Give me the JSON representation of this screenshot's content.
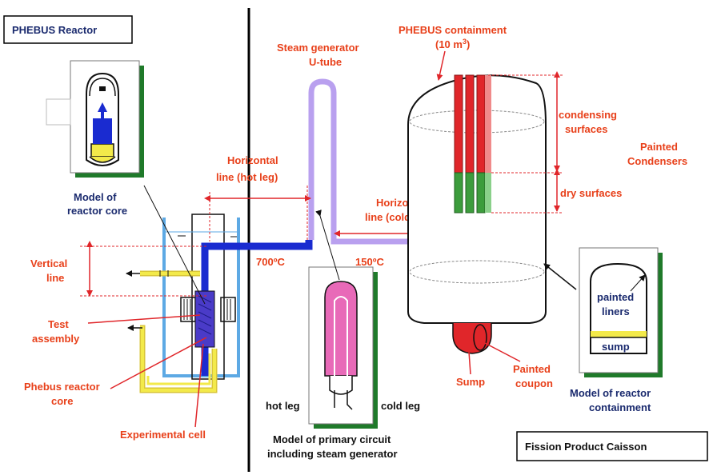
{
  "titles": {
    "reactor": "PHEBUS Reactor",
    "caisson": "Fission Product Caisson",
    "containment_1": "PHEBUS containment",
    "containment_2": "(10 m",
    "containment_sup": "3",
    "containment_3": ")"
  },
  "labels": {
    "model_core_1": "Model of",
    "model_core_2": "reactor core",
    "vertical_1": "Vertical",
    "vertical_2": "line",
    "test_1": "Test",
    "test_2": "assembly",
    "phebus_core_1": "Phebus reactor",
    "phebus_core_2": "core",
    "exp_cell": "Experimental cell",
    "hot_horiz_1": "Horizontal",
    "hot_horiz_2": "line (hot leg)",
    "sg_1": "Steam generator",
    "sg_2": "U-tube",
    "cold_horiz_1": "Horizontal",
    "cold_horiz_2": "line (cold leg)",
    "temp_hot": "700ºC",
    "temp_cold": "150ºC",
    "hot_leg": "hot leg",
    "cold_leg": "cold leg",
    "primary_1": "Model of primary circuit",
    "primary_2": "including steam generator",
    "condensing_1": "condensing",
    "condensing_2": "surfaces",
    "dry": "dry surfaces",
    "painted_cond_1": "Painted",
    "painted_cond_2": "Condensers",
    "sump": "Sump",
    "coupon_1": "Painted",
    "coupon_2": "coupon",
    "liners_1": "painted",
    "liners_2": "liners",
    "sump_small": "sump",
    "cont_model_1": "Model of reactor",
    "cont_model_2": "containment"
  },
  "colors": {
    "accent_red": "#e8401a",
    "navy": "#1a2a6e",
    "hot_pipe": "#1a2bd0",
    "cold_pipe": "#b9a0ef",
    "condenser_red": "#e0262a",
    "condenser_green": "#3c9c3c",
    "frame_green": "#1f7a2a",
    "pool_blue": "#5da9e4",
    "yellow": "#f3ea4a"
  }
}
